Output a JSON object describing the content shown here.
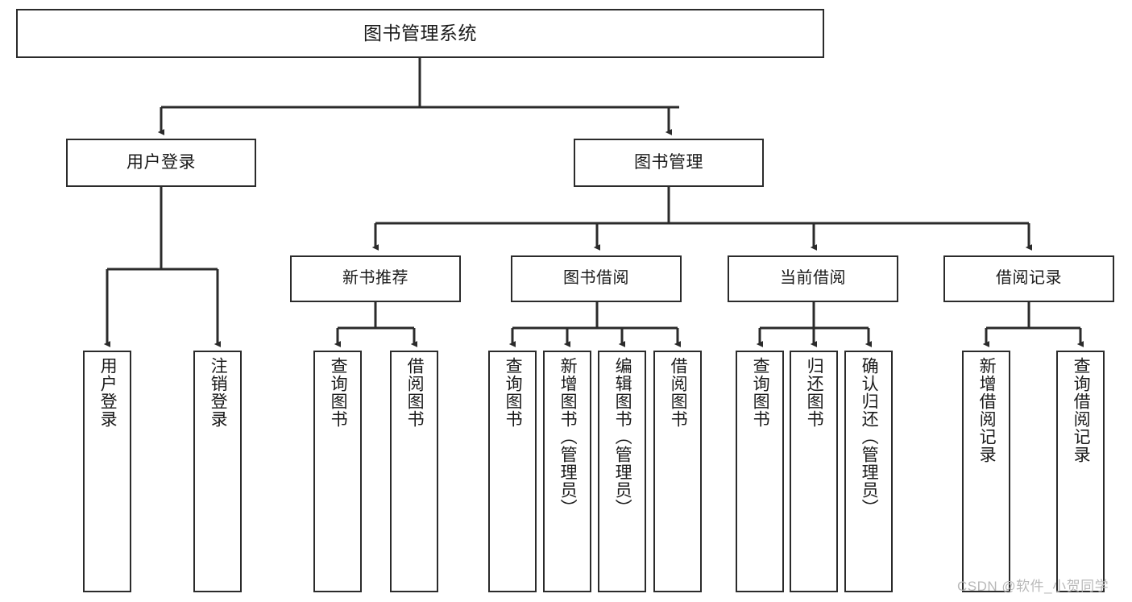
{
  "diagram": {
    "title": "图书管理系统",
    "type": "hierarchy-tree",
    "watermark": "CSDN @软件_小贺同学",
    "colors": {
      "stroke": "#2b2b2b",
      "fill": "#ffffff",
      "text": "#1a1a1a",
      "watermark": "#b9b9b9"
    },
    "nodes": {
      "root": {
        "label": "图书管理系统"
      },
      "level1": [
        {
          "id": "user-login",
          "label": "用户登录"
        },
        {
          "id": "book-manage",
          "label": "图书管理"
        }
      ],
      "level2": [
        {
          "id": "new-book-recommend",
          "label": "新书推荐"
        },
        {
          "id": "book-borrow",
          "label": "图书借阅"
        },
        {
          "id": "current-borrow",
          "label": "当前借阅"
        },
        {
          "id": "borrow-record",
          "label": "借阅记录"
        }
      ],
      "leaves": {
        "user_login": [
          {
            "id": "leaf-user-login",
            "label": "用户登录"
          },
          {
            "id": "leaf-user-logout",
            "label": "注销登录"
          }
        ],
        "new_book_recommend": [
          {
            "id": "leaf-query-book-1",
            "label": "查询图书"
          },
          {
            "id": "leaf-borrow-book-1",
            "label": "借阅图书"
          }
        ],
        "book_borrow": [
          {
            "id": "leaf-query-book-2",
            "label": "查询图书"
          },
          {
            "id": "leaf-add-book",
            "label": "新增图书（管理员）"
          },
          {
            "id": "leaf-edit-book",
            "label": "编辑图书（管理员）"
          },
          {
            "id": "leaf-borrow-book-2",
            "label": "借阅图书"
          }
        ],
        "current_borrow": [
          {
            "id": "leaf-query-book-3",
            "label": "查询图书"
          },
          {
            "id": "leaf-return-book",
            "label": "归还图书"
          },
          {
            "id": "leaf-confirm-return",
            "label": "确认归还（管理员）"
          }
        ],
        "borrow_record": [
          {
            "id": "leaf-add-record",
            "label": "新增借阅记录"
          },
          {
            "id": "leaf-query-record",
            "label": "查询借阅记录"
          }
        ]
      }
    }
  }
}
